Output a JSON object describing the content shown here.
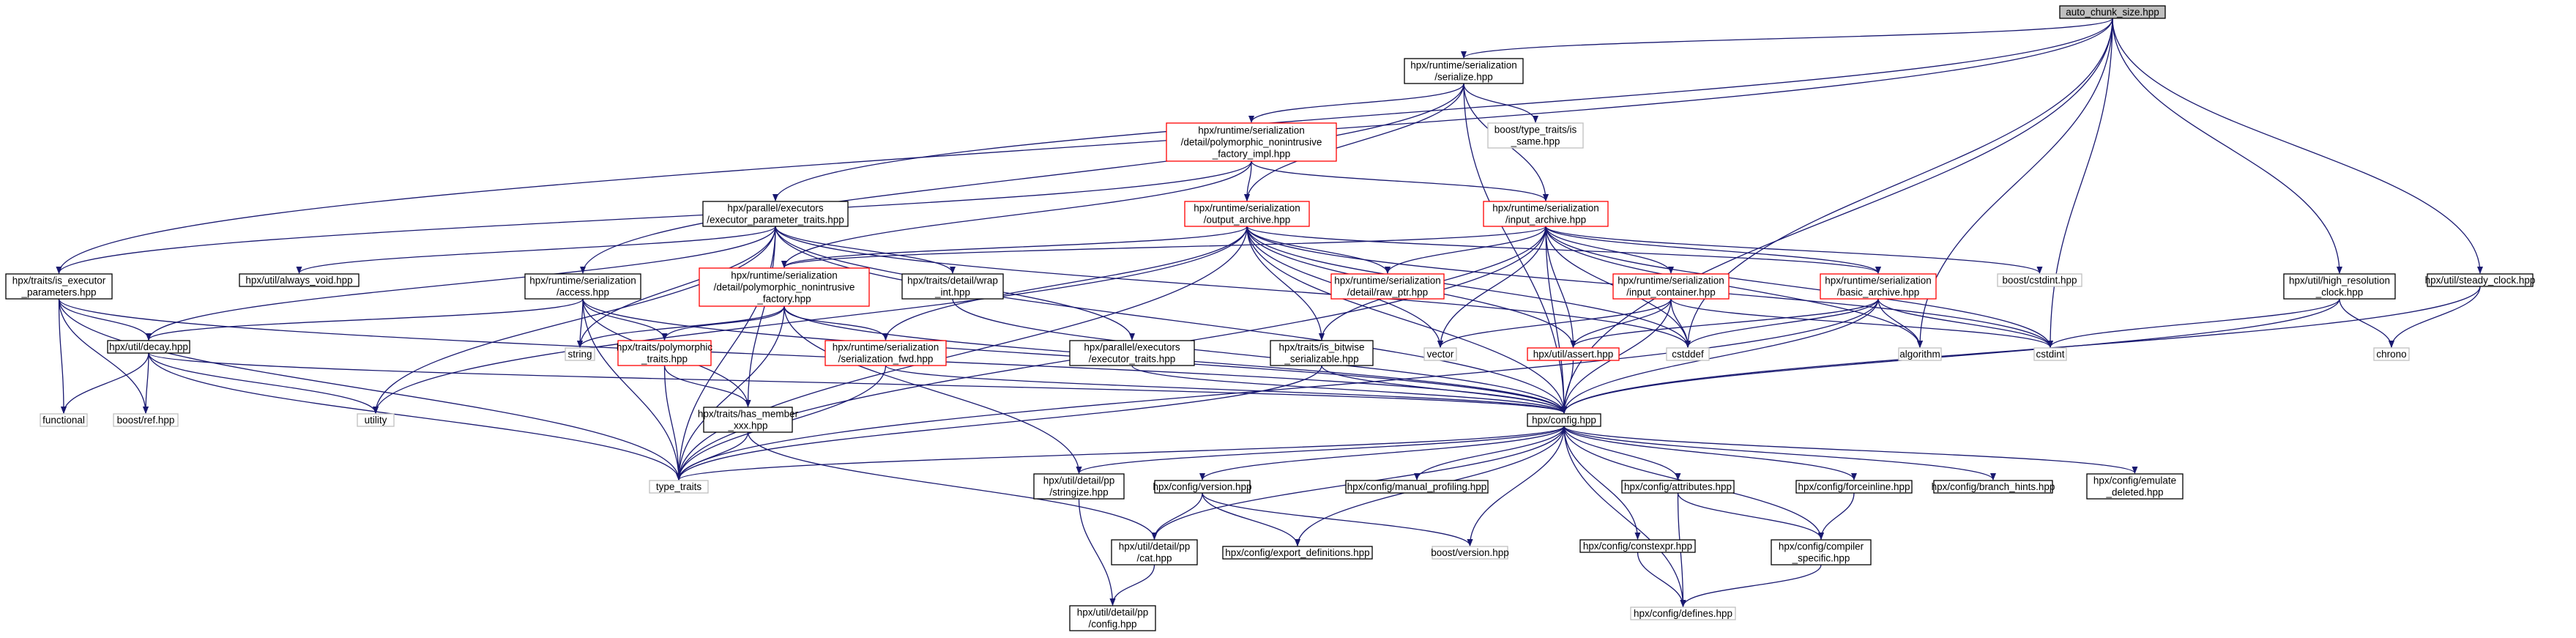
{
  "graph": {
    "colors": {
      "edge": "#191970",
      "root_fill": "#bfbfbf",
      "documented_border": "#000000",
      "incomplete_border": "#ff0000",
      "external_border": "#bfbfbf",
      "external_text": "#000000"
    },
    "nodes": [
      {
        "id": "n0",
        "label": [
          "auto_chunk_size.hpp"
        ],
        "kind": "root"
      },
      {
        "id": "n1",
        "label": [
          "hpx/runtime/serialization",
          "/serialize.hpp"
        ],
        "kind": "doc"
      },
      {
        "id": "n2",
        "label": [
          "hpx/runtime/serialization",
          "/detail/polymorphic_nonintrusive",
          "_factory_impl.hpp"
        ],
        "kind": "red"
      },
      {
        "id": "n3",
        "label": [
          "boost/type_traits/is",
          "_same.hpp"
        ],
        "kind": "ext"
      },
      {
        "id": "n4",
        "label": [
          "hpx/parallel/executors",
          "/executor_parameter_traits.hpp"
        ],
        "kind": "doc"
      },
      {
        "id": "n5",
        "label": [
          "hpx/runtime/serialization",
          "/output_archive.hpp"
        ],
        "kind": "red"
      },
      {
        "id": "n6",
        "label": [
          "hpx/runtime/serialization",
          "/input_archive.hpp"
        ],
        "kind": "red"
      },
      {
        "id": "n7",
        "label": [
          "hpx/traits/is_executor",
          "_parameters.hpp"
        ],
        "kind": "doc"
      },
      {
        "id": "n8",
        "label": [
          "hpx/util/always_void.hpp"
        ],
        "kind": "doc"
      },
      {
        "id": "n9",
        "label": [
          "hpx/runtime/serialization",
          "/access.hpp"
        ],
        "kind": "doc"
      },
      {
        "id": "n10",
        "label": [
          "hpx/runtime/serialization",
          "/detail/polymorphic_nonintrusive",
          "_factory.hpp"
        ],
        "kind": "red"
      },
      {
        "id": "n11",
        "label": [
          "hpx/traits/detail/wrap",
          "_int.hpp"
        ],
        "kind": "doc"
      },
      {
        "id": "n12",
        "label": [
          "hpx/runtime/serialization",
          "/detail/raw_ptr.hpp"
        ],
        "kind": "red"
      },
      {
        "id": "n13",
        "label": [
          "hpx/runtime/serialization",
          "/input_container.hpp"
        ],
        "kind": "red"
      },
      {
        "id": "n14",
        "label": [
          "hpx/runtime/serialization",
          "/basic_archive.hpp"
        ],
        "kind": "red"
      },
      {
        "id": "n15",
        "label": [
          "boost/cstdint.hpp"
        ],
        "kind": "ext"
      },
      {
        "id": "n16",
        "label": [
          "hpx/util/high_resolution",
          "_clock.hpp"
        ],
        "kind": "doc"
      },
      {
        "id": "n17",
        "label": [
          "hpx/util/steady_clock.hpp"
        ],
        "kind": "doc"
      },
      {
        "id": "n18",
        "label": [
          "hpx/util/decay.hpp"
        ],
        "kind": "doc"
      },
      {
        "id": "n19",
        "label": [
          "hpx/traits/polymorphic",
          "_traits.hpp"
        ],
        "kind": "red"
      },
      {
        "id": "n20",
        "label": [
          "string"
        ],
        "kind": "ext"
      },
      {
        "id": "n21",
        "label": [
          "hpx/runtime/serialization",
          "/serialization_fwd.hpp"
        ],
        "kind": "red"
      },
      {
        "id": "n22",
        "label": [
          "hpx/parallel/executors",
          "/executor_traits.hpp"
        ],
        "kind": "doc"
      },
      {
        "id": "n23",
        "label": [
          "hpx/traits/is_bitwise",
          "_serializable.hpp"
        ],
        "kind": "doc"
      },
      {
        "id": "n24",
        "label": [
          "vector"
        ],
        "kind": "ext"
      },
      {
        "id": "n25",
        "label": [
          "hpx/util/assert.hpp"
        ],
        "kind": "red"
      },
      {
        "id": "n26",
        "label": [
          "cstddef"
        ],
        "kind": "ext"
      },
      {
        "id": "n27",
        "label": [
          "algorithm"
        ],
        "kind": "ext"
      },
      {
        "id": "n28",
        "label": [
          "cstdint"
        ],
        "kind": "ext"
      },
      {
        "id": "n29",
        "label": [
          "chrono"
        ],
        "kind": "ext"
      },
      {
        "id": "n30",
        "label": [
          "functional"
        ],
        "kind": "ext"
      },
      {
        "id": "n31",
        "label": [
          "boost/ref.hpp"
        ],
        "kind": "ext"
      },
      {
        "id": "n32",
        "label": [
          "utility"
        ],
        "kind": "ext"
      },
      {
        "id": "n33",
        "label": [
          "hpx/traits/has_member",
          "_xxx.hpp"
        ],
        "kind": "doc"
      },
      {
        "id": "n34",
        "label": [
          "hpx/config.hpp"
        ],
        "kind": "doc"
      },
      {
        "id": "n35",
        "label": [
          "type_traits"
        ],
        "kind": "ext"
      },
      {
        "id": "n36",
        "label": [
          "hpx/util/detail/pp",
          "/stringize.hpp"
        ],
        "kind": "doc"
      },
      {
        "id": "n37",
        "label": [
          "hpx/config/version.hpp"
        ],
        "kind": "doc"
      },
      {
        "id": "n38",
        "label": [
          "hpx/config/manual_profiling.hpp"
        ],
        "kind": "doc"
      },
      {
        "id": "n39",
        "label": [
          "hpx/config/attributes.hpp"
        ],
        "kind": "doc"
      },
      {
        "id": "n40",
        "label": [
          "hpx/config/forceinline.hpp"
        ],
        "kind": "doc"
      },
      {
        "id": "n41",
        "label": [
          "hpx/config/branch_hints.hpp"
        ],
        "kind": "doc"
      },
      {
        "id": "n42",
        "label": [
          "hpx/config/emulate",
          "_deleted.hpp"
        ],
        "kind": "doc"
      },
      {
        "id": "n43",
        "label": [
          "hpx/util/detail/pp",
          "/cat.hpp"
        ],
        "kind": "doc"
      },
      {
        "id": "n44",
        "label": [
          "hpx/config/export_definitions.hpp"
        ],
        "kind": "doc"
      },
      {
        "id": "n45",
        "label": [
          "boost/version.hpp"
        ],
        "kind": "ext"
      },
      {
        "id": "n46",
        "label": [
          "hpx/config/constexpr.hpp"
        ],
        "kind": "doc"
      },
      {
        "id": "n47",
        "label": [
          "hpx/config/compiler",
          "_specific.hpp"
        ],
        "kind": "doc"
      },
      {
        "id": "n48",
        "label": [
          "hpx/util/detail/pp",
          "/config.hpp"
        ],
        "kind": "doc"
      },
      {
        "id": "n49",
        "label": [
          "hpx/config/defines.hpp"
        ],
        "kind": "ext"
      }
    ],
    "edges": [
      [
        "n0",
        "n1"
      ],
      [
        "n0",
        "n4"
      ],
      [
        "n0",
        "n7"
      ],
      [
        "n0",
        "n16"
      ],
      [
        "n0",
        "n17"
      ],
      [
        "n0",
        "n26"
      ],
      [
        "n0",
        "n27"
      ],
      [
        "n0",
        "n28"
      ],
      [
        "n0",
        "n34"
      ],
      [
        "n1",
        "n2"
      ],
      [
        "n1",
        "n3"
      ],
      [
        "n1",
        "n5"
      ],
      [
        "n1",
        "n6"
      ],
      [
        "n1",
        "n9"
      ],
      [
        "n1",
        "n34"
      ],
      [
        "n2",
        "n5"
      ],
      [
        "n2",
        "n6"
      ],
      [
        "n2",
        "n7"
      ],
      [
        "n2",
        "n10"
      ],
      [
        "n4",
        "n8"
      ],
      [
        "n4",
        "n11"
      ],
      [
        "n4",
        "n18"
      ],
      [
        "n4",
        "n22"
      ],
      [
        "n4",
        "n32"
      ],
      [
        "n4",
        "n34"
      ],
      [
        "n4",
        "n35"
      ],
      [
        "n4",
        "n20"
      ],
      [
        "n4",
        "n33"
      ],
      [
        "n4",
        "n26"
      ],
      [
        "n5",
        "n10"
      ],
      [
        "n5",
        "n12"
      ],
      [
        "n5",
        "n14"
      ],
      [
        "n5",
        "n23"
      ],
      [
        "n5",
        "n24"
      ],
      [
        "n5",
        "n25"
      ],
      [
        "n5",
        "n26"
      ],
      [
        "n5",
        "n28"
      ],
      [
        "n5",
        "n34"
      ],
      [
        "n5",
        "n35"
      ],
      [
        "n5",
        "n32"
      ],
      [
        "n5",
        "n21"
      ],
      [
        "n6",
        "n10"
      ],
      [
        "n6",
        "n12"
      ],
      [
        "n6",
        "n13"
      ],
      [
        "n6",
        "n14"
      ],
      [
        "n6",
        "n15"
      ],
      [
        "n6",
        "n23"
      ],
      [
        "n6",
        "n24"
      ],
      [
        "n6",
        "n25"
      ],
      [
        "n6",
        "n26"
      ],
      [
        "n6",
        "n28"
      ],
      [
        "n6",
        "n34"
      ],
      [
        "n6",
        "n35"
      ],
      [
        "n6",
        "n27"
      ],
      [
        "n7",
        "n18"
      ],
      [
        "n7",
        "n30"
      ],
      [
        "n7",
        "n31"
      ],
      [
        "n7",
        "n35"
      ],
      [
        "n7",
        "n34"
      ],
      [
        "n9",
        "n18"
      ],
      [
        "n9",
        "n19"
      ],
      [
        "n9",
        "n20"
      ],
      [
        "n9",
        "n33"
      ],
      [
        "n9",
        "n34"
      ],
      [
        "n9",
        "n35"
      ],
      [
        "n10",
        "n19"
      ],
      [
        "n10",
        "n20"
      ],
      [
        "n10",
        "n21"
      ],
      [
        "n10",
        "n34"
      ],
      [
        "n10",
        "n35"
      ],
      [
        "n10",
        "n36"
      ],
      [
        "n11",
        "n34"
      ],
      [
        "n13",
        "n24"
      ],
      [
        "n13",
        "n25"
      ],
      [
        "n13",
        "n26"
      ],
      [
        "n13",
        "n28"
      ],
      [
        "n13",
        "n34"
      ],
      [
        "n14",
        "n25"
      ],
      [
        "n14",
        "n26"
      ],
      [
        "n14",
        "n27"
      ],
      [
        "n14",
        "n28"
      ],
      [
        "n14",
        "n34"
      ],
      [
        "n14",
        "n35"
      ],
      [
        "n16",
        "n28"
      ],
      [
        "n16",
        "n29"
      ],
      [
        "n16",
        "n34"
      ],
      [
        "n17",
        "n29"
      ],
      [
        "n17",
        "n34"
      ],
      [
        "n18",
        "n30"
      ],
      [
        "n18",
        "n31"
      ],
      [
        "n18",
        "n32"
      ],
      [
        "n18",
        "n34"
      ],
      [
        "n18",
        "n35"
      ],
      [
        "n19",
        "n33"
      ],
      [
        "n19",
        "n35"
      ],
      [
        "n21",
        "n34"
      ],
      [
        "n21",
        "n35"
      ],
      [
        "n22",
        "n34"
      ],
      [
        "n23",
        "n34"
      ],
      [
        "n23",
        "n35"
      ],
      [
        "n25",
        "n34"
      ],
      [
        "n33",
        "n43"
      ],
      [
        "n33",
        "n35"
      ],
      [
        "n34",
        "n35"
      ],
      [
        "n34",
        "n36"
      ],
      [
        "n34",
        "n37"
      ],
      [
        "n34",
        "n38"
      ],
      [
        "n34",
        "n39"
      ],
      [
        "n34",
        "n40"
      ],
      [
        "n34",
        "n41"
      ],
      [
        "n34",
        "n42"
      ],
      [
        "n34",
        "n43"
      ],
      [
        "n34",
        "n44"
      ],
      [
        "n34",
        "n45"
      ],
      [
        "n34",
        "n46"
      ],
      [
        "n34",
        "n47"
      ],
      [
        "n34",
        "n49"
      ],
      [
        "n36",
        "n48"
      ],
      [
        "n37",
        "n43"
      ],
      [
        "n37",
        "n44"
      ],
      [
        "n37",
        "n45"
      ],
      [
        "n39",
        "n47"
      ],
      [
        "n39",
        "n49"
      ],
      [
        "n40",
        "n47"
      ],
      [
        "n43",
        "n48"
      ],
      [
        "n46",
        "n49"
      ],
      [
        "n47",
        "n49"
      ]
    ]
  }
}
